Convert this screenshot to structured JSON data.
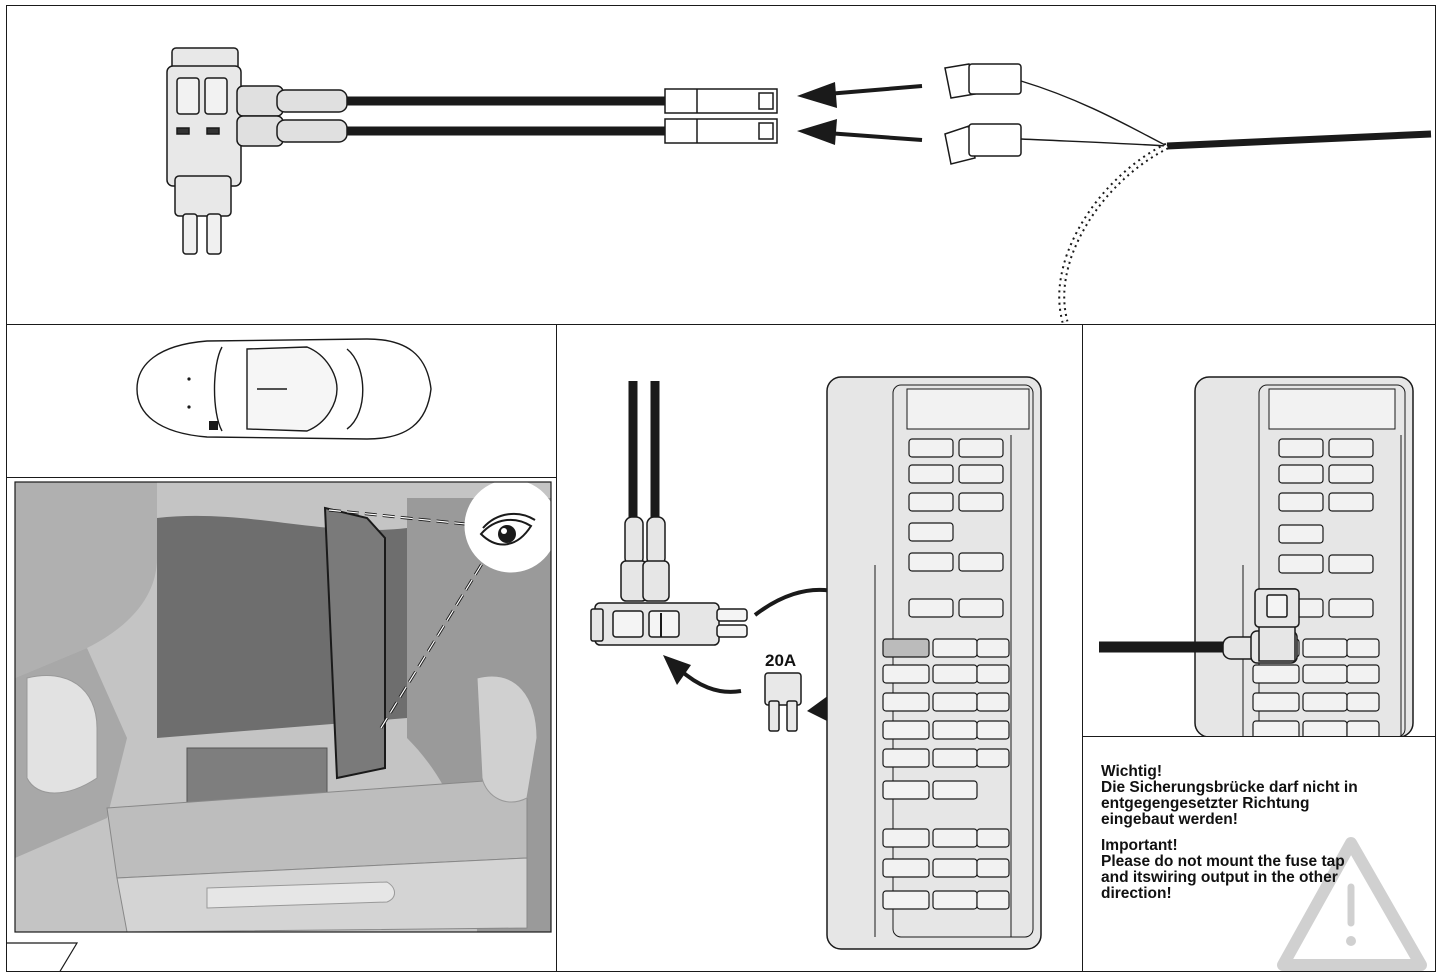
{
  "fuse_label": "20A",
  "warning_de": {
    "heading": "Wichtig!",
    "line1": "Die Sicherungsbrücke darf nicht in",
    "line2": "entgegengesetzter Richtung",
    "line3": "eingebaut werden!"
  },
  "warning_en": {
    "heading": "Important!",
    "line1": "Please do not mount the fuse tap",
    "line2": "and itswiring output in the other",
    "line3": "direction!"
  },
  "colors": {
    "line": "#1a1a1a",
    "fusebox_fill": "#e6e6e6",
    "interior_dark": "#6e6e6e",
    "interior_mid": "#9a9a9a",
    "interior_light": "#c4c4c4",
    "warning_triangle": "#d0d0d0"
  }
}
